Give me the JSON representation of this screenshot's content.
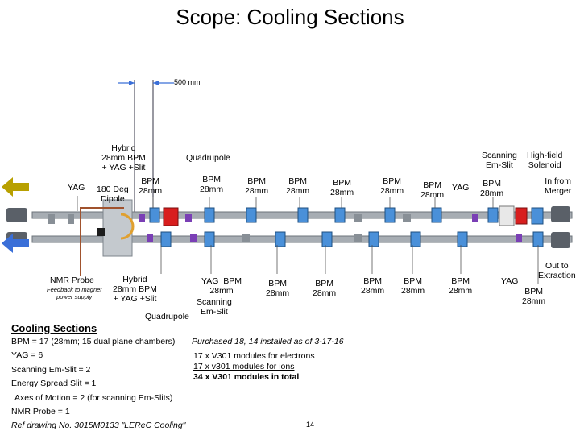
{
  "title": "Scope: Cooling Sections",
  "measure": "500 mm",
  "labels_top": {
    "hybrid_top": "Hybrid\n28mm BPM\n+ YAG +Slit",
    "quadrupole_top": "Quadrupole",
    "yag_left": "YAG",
    "dipole": "180 Deg\nDipole",
    "bpm_a": "BPM\n28mm",
    "bpm_b": "BPM\n28mm",
    "bpm_c": "BPM\n28mm",
    "bpm_d": "BPM\n28mm",
    "bpm_e": "BPM\n28mm",
    "bpm_f": "BPM\n28mm",
    "bpm_g": "BPM\n28mm",
    "yag_right": "YAG",
    "bpm_h": "BPM\n28mm",
    "scanning_top": "Scanning\nEm-Slit",
    "solenoid": "High-field\nSolenoid",
    "in_from": "In from\nMerger"
  },
  "labels_bottom": {
    "nmr": "NMR Probe",
    "feedback": "Feedback to magnet\npower supply",
    "hybrid_bot": "Hybrid\n28mm BPM\n+ YAG +Slit",
    "yag_bpm": "YAG  BPM\n28mm",
    "scanning_bot": "Scanning\nEm-Slit",
    "quad_bot": "Quadrupole",
    "bpm_1": "BPM\n28mm",
    "bpm_2": "BPM\n28mm",
    "bpm_3": "BPM\n28mm",
    "bpm_4": "BPM\n28mm",
    "bpm_5": "BPM\n28mm",
    "yag_bot": "YAG",
    "out_to": "Out to\nExtraction",
    "bpm_6": "BPM\n28mm"
  },
  "summary": {
    "heading": "Cooling Sections",
    "bpm_line": "BPM = 17 (28mm; 15 dual plane chambers)",
    "purchased": "Purchased 18, 14 installed as of 3-17-16",
    "yag": "YAG = 6",
    "modules_electrons": "17 x V301 modules for electrons",
    "modules_ions": "17 x v301 modules for ions",
    "modules_total": "34 x V301 modules in total",
    "scanning": "Scanning Em-Slit = 2",
    "energy": "Energy Spread Slit = 1",
    "axes": "Axes of Motion = 2 (for scanning Em-Slits)",
    "nmr": "NMR Probe = 1",
    "ref": "Ref drawing No. 3015M0133 \"LEReC Cooling\"",
    "page": "14"
  },
  "colors": {
    "arrow_in": "#b8a000",
    "arrow_out": "#3a6fd8",
    "beam_pipe": "#9aa2aa",
    "bpm_blue": "#4a90d9",
    "quad_red": "#d81e1e",
    "dipole_orange": "#c8782a",
    "purple": "#7a3fb5"
  }
}
